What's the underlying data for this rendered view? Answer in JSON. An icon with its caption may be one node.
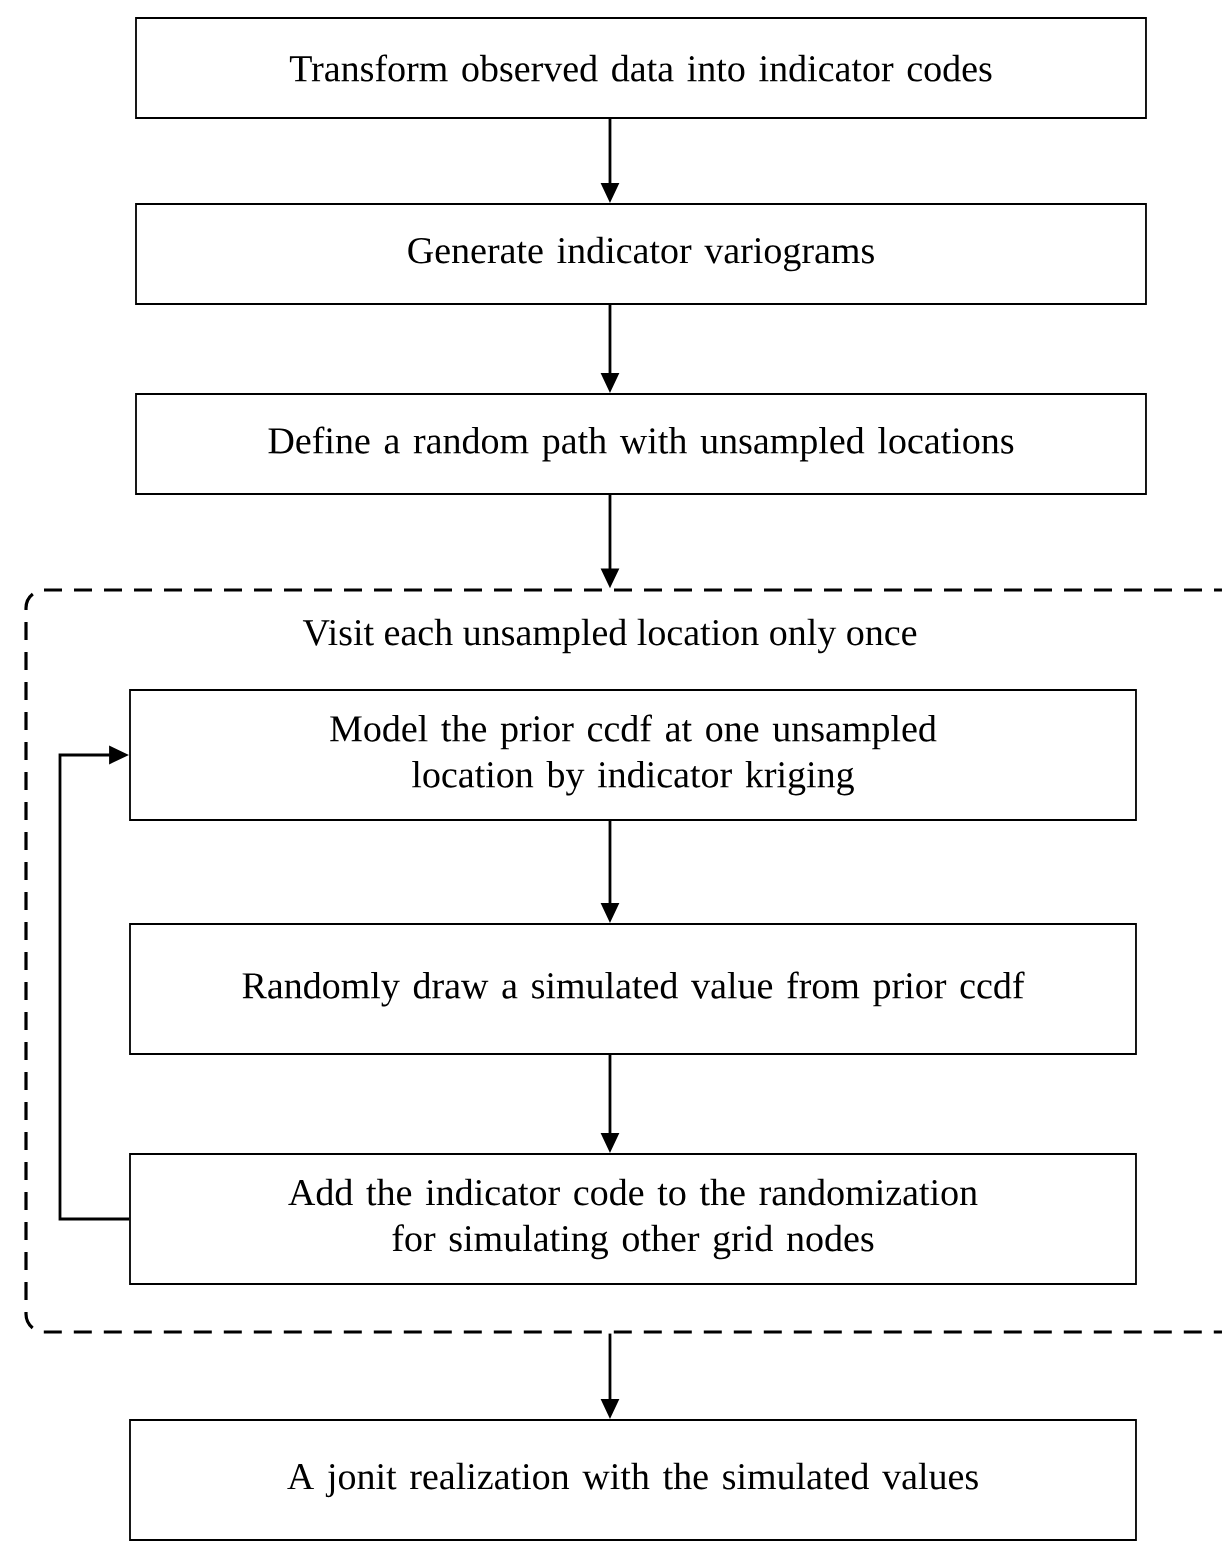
{
  "diagram": {
    "nodes": [
      {
        "text": [
          "Transform observed data into indicator codes"
        ]
      },
      {
        "text": [
          "Generate indicator variograms"
        ]
      },
      {
        "text": [
          "Define a random path with unsampled locations"
        ]
      },
      {
        "text": [
          "Visit each unsampled location only once"
        ]
      },
      {
        "text": [
          "Model the prior ccdf at one unsampled location by indicator kriging"
        ],
        "in": 3
      },
      {
        "text": [
          "Randomly draw a simulated value from prior ccdf"
        ],
        "in": 3
      },
      {
        "text": [
          "Add the indicator code to the randomization for simulating other grid nodes"
        ],
        "in": 3
      },
      {
        "text": [
          "A jonit realization with the simulated values"
        ]
      }
    ],
    "edges": [
      {
        "from": 0,
        "to": 1,
        "arrow": "to"
      },
      {
        "from": 1,
        "to": 2,
        "arrow": "to"
      },
      {
        "from": 2,
        "to": 3,
        "arrow": "to"
      },
      {
        "from": 4,
        "to": 5,
        "arrow": "to"
      },
      {
        "from": 5,
        "to": 6,
        "arrow": "to"
      },
      {
        "from": 6,
        "to": 4,
        "arrow": "to"
      },
      {
        "from": 3,
        "to": 7,
        "arrow": "to"
      }
    ]
  }
}
